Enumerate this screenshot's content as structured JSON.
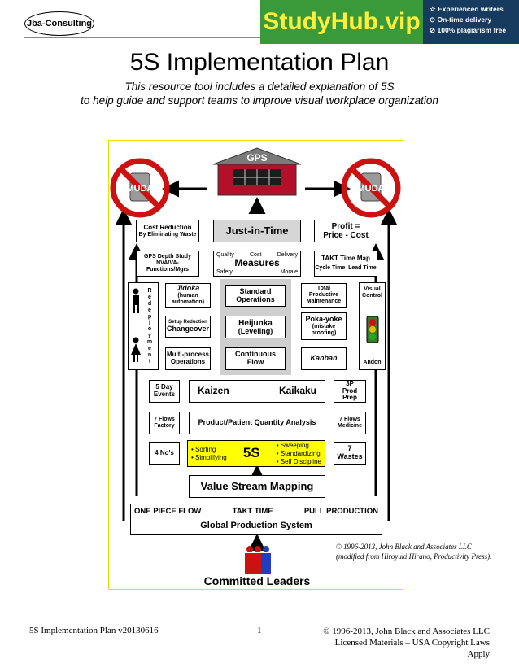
{
  "header": {
    "logo_text": "Jba-Consulting",
    "banner_brand": "StudyHub.vip",
    "banner_lines": [
      "☆ Experienced writers",
      "⊙ On-time delivery",
      "⊘ 100% plagiarism free"
    ]
  },
  "title": "5S Implementation Plan",
  "subtitle_line1": "This resource tool includes a detailed explanation of 5S",
  "subtitle_line2": "to help guide and support teams to improve visual workplace organization",
  "diagram": {
    "gps_label": "GPS",
    "muda_label": "MUDA",
    "cost_reduction": {
      "line1": "Cost Reduction",
      "line2": "By Eliminating Waste"
    },
    "just_in_time": "Just-in-Time",
    "profit": {
      "line1": "Profit =",
      "line2": "Price - Cost"
    },
    "gps_depth": {
      "line1": "GPS Depth Study",
      "line2": "NVA/VA-",
      "line3": "Functions/Mgrs"
    },
    "measures": {
      "title": "Measures",
      "quality": "Quality",
      "cost": "Cost",
      "delivery": "Delivery",
      "safety": "Safety",
      "morale": "Morale"
    },
    "takt_map": {
      "title": "TAKT Time Map",
      "cycle": "Cycle Time",
      "lead": "Lead Time"
    },
    "redeployment": [
      "R",
      "e",
      "d",
      "e",
      "p",
      "l",
      "o",
      "y",
      "m",
      "e",
      "n",
      "t"
    ],
    "jidoka": {
      "title": "Jidoka",
      "line2": "(human",
      "line3": "automation)"
    },
    "standard_ops": {
      "line1": "Standard",
      "line2": "Operations"
    },
    "total_pm": {
      "line1": "Total",
      "line2": "Productive",
      "line3": "Maintenance"
    },
    "visual_control": {
      "line1": "Visual",
      "line2": "Control"
    },
    "changeover": {
      "line1": "Setup Reduction",
      "line2": "Changeover"
    },
    "heijunka": {
      "line1": "Heijunka",
      "line2": "(Leveling)"
    },
    "pokayoke": {
      "line1": "Poka-yoke",
      "line2": "(mistake",
      "line3": "proofing)"
    },
    "multiprocess": {
      "line1": "Multi-process",
      "line2": "Operations"
    },
    "continuous_flow": {
      "line1": "Continuous",
      "line2": "Flow"
    },
    "kanban": "Kanban",
    "andon": "Andon",
    "five_day": {
      "line1": "5 Day",
      "line2": "Events"
    },
    "kaizen": "Kaizen",
    "kaikaku": "Kaikaku",
    "three_p": {
      "line1": "3P",
      "line2": "Prod",
      "line3": "Prep"
    },
    "seven_flows_factory": {
      "line1": "7 Flows",
      "line2": "Factory"
    },
    "ppqa": "Product/Patient Quantity Analysis",
    "seven_flows_medicine": {
      "line1": "7 Flows",
      "line2": "Medicine"
    },
    "four_nos": "4 No's",
    "five_s": {
      "title": "5S",
      "left": [
        "Sorting",
        "Simplifying"
      ],
      "right": [
        "Sweeping",
        "Standardizing",
        "Self Discipline"
      ]
    },
    "seven_wastes": {
      "line1": "7",
      "line2": "Wastes"
    },
    "vsm": "Value Stream Mapping",
    "gps_bar": {
      "one_piece": "ONE PIECE FLOW",
      "takt": "TAKT TIME",
      "pull": "PULL PRODUCTION",
      "title": "Global Production System"
    },
    "committed_leaders": "Committed Leaders"
  },
  "copyright_note": {
    "line1": "© 1996-2013, John Black and Associates LLC",
    "line2": "(modified from Hiroyuki Hirano, Productivity Press)."
  },
  "footer": {
    "left": "5S Implementation Plan   v20130616",
    "page": "1",
    "right_line1": "© 1996-2013, John Black and Associates LLC",
    "right_line2": "Licensed Materials – USA Copyright Laws Apply"
  },
  "colors": {
    "banner_green": "#3a9a3a",
    "banner_navy": "#163b5e",
    "muda_red": "#cc1111",
    "five_s_yellow": "#ffff00",
    "gps_building": "#b3102a"
  }
}
